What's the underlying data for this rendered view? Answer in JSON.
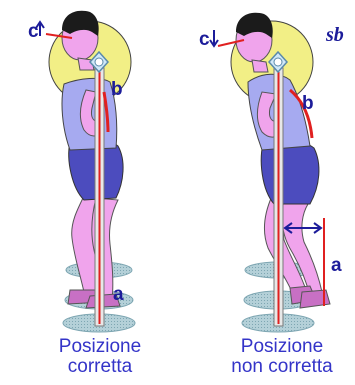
{
  "figures": [
    {
      "caption_line1": "Posizione",
      "caption_line2": "corretta",
      "label_c": "c",
      "label_b": "b",
      "label_a": "a"
    },
    {
      "caption_line1": "Posizione",
      "caption_line2": "non corretta",
      "label_c": "c",
      "label_b": "b",
      "label_a": "a"
    }
  ],
  "signature": "sb",
  "colors": {
    "halo": "#f2ef86",
    "shirt": "#a6aaf0",
    "shorts": "#4c4cbe",
    "skin": "#f0a4ec",
    "hair": "#1b1b1b",
    "pole": "#e8e8e8",
    "spine_line": "#e02020",
    "text_blue": "#3434c8",
    "floor_disc": "#b0ccd4"
  }
}
